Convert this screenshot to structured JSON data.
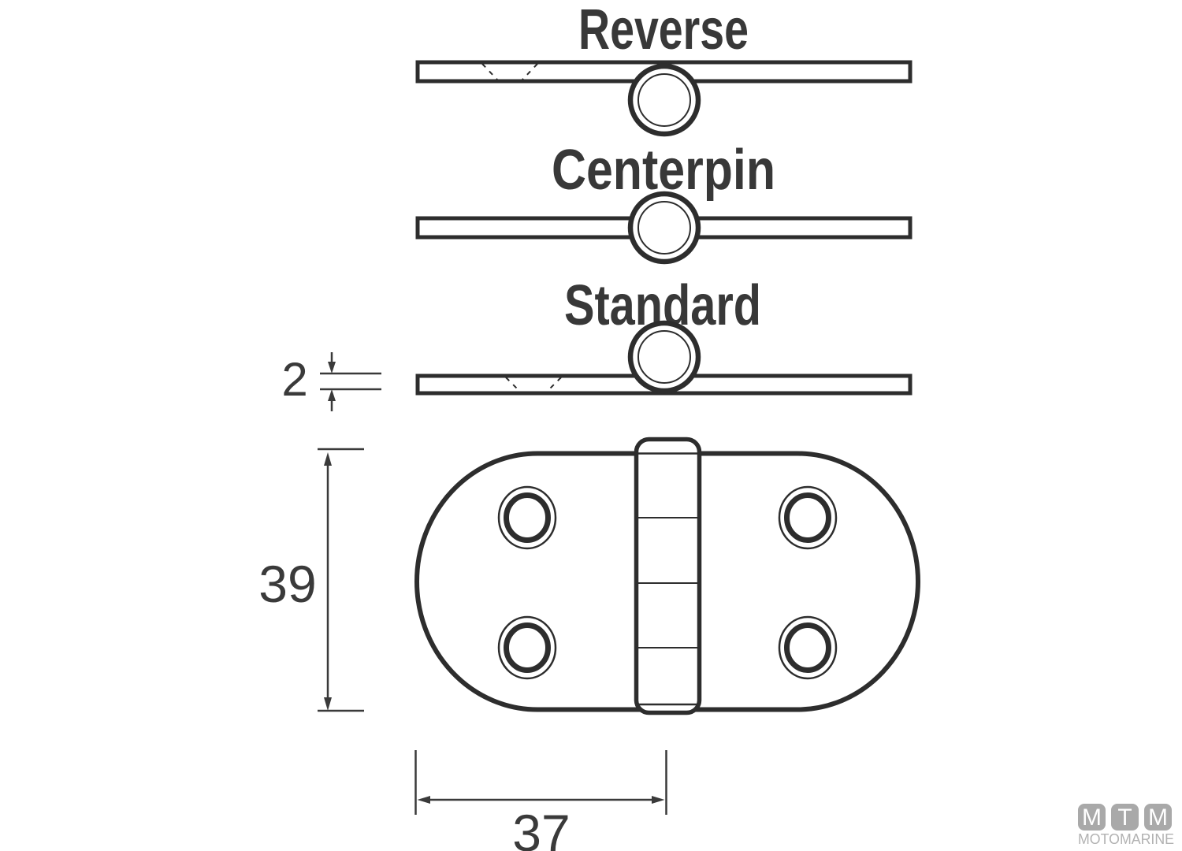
{
  "drawing": {
    "subject": "marine door hinge technical drawing",
    "variants": [
      {
        "label": "Reverse"
      },
      {
        "label": "Centerpin"
      },
      {
        "label": "Standard"
      }
    ],
    "dimensions": {
      "thickness": "2",
      "height": "39",
      "width": "37"
    }
  },
  "logo": {
    "letters": [
      "M",
      "T",
      "M"
    ],
    "wordmark": "MOTOMARINE"
  },
  "colors": {
    "line": "#2d2d2d",
    "label": "#383838",
    "dimension": "#3a3a3a",
    "logo_tile": "#a9a9a9",
    "logo_text": "#b2b2b2",
    "background": "#ffffff"
  }
}
